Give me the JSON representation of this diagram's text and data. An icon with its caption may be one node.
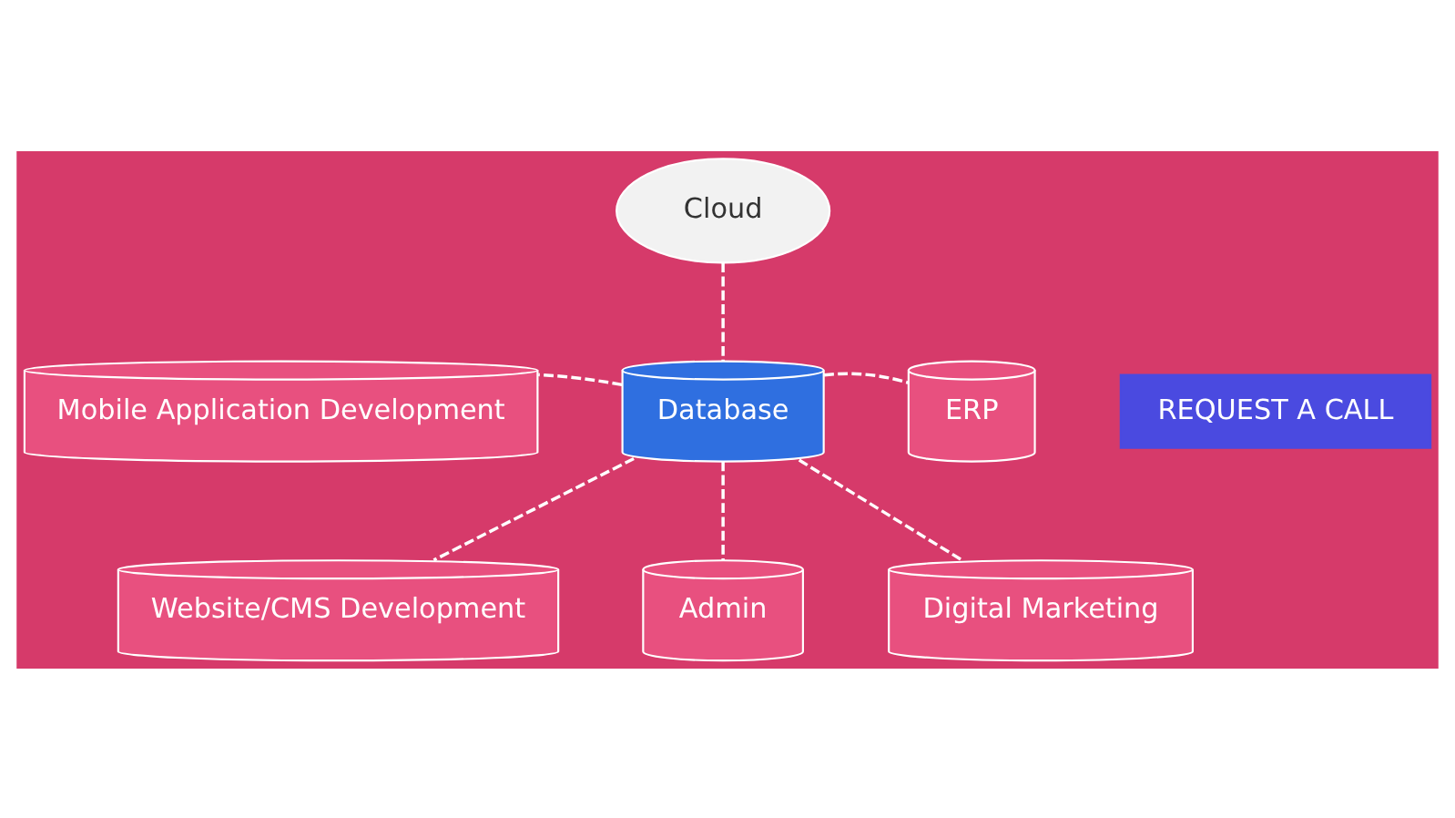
{
  "diagram": {
    "nodes": [
      {
        "text": [
          "Cloud"
        ]
      },
      {
        "text": [
          "Database"
        ]
      },
      {
        "text": [
          "Mobile Application Development"
        ]
      },
      {
        "text": [
          "ERP"
        ]
      },
      {
        "text": [
          "Website/CMS Development"
        ]
      },
      {
        "text": [
          "Admin"
        ]
      },
      {
        "text": [
          "Digital Marketing"
        ]
      }
    ],
    "edges": [
      {
        "from": 0,
        "to": 1,
        "arrow": "none",
        "style": "dashed"
      },
      {
        "from": 1,
        "to": 2,
        "arrow": "none",
        "style": "dashed"
      },
      {
        "from": 1,
        "to": 3,
        "arrow": "none",
        "style": "dashed"
      },
      {
        "from": 1,
        "to": 4,
        "arrow": "none",
        "style": "dashed"
      },
      {
        "from": 1,
        "to": 5,
        "arrow": "none",
        "style": "dashed"
      },
      {
        "from": 1,
        "to": 6,
        "arrow": "none",
        "style": "dashed"
      }
    ],
    "labels": [
      "REQUEST A CALL"
    ]
  }
}
